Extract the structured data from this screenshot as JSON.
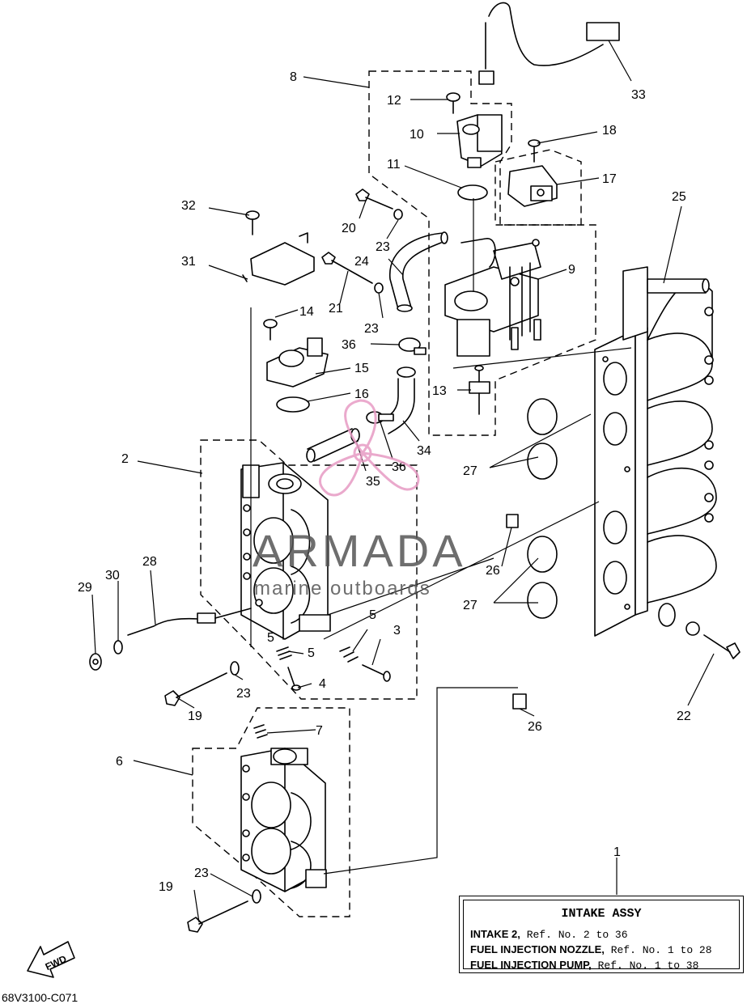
{
  "drawing_code": "68V3100-C071",
  "fwd_label": "FWD",
  "watermark": {
    "brand": "ARMADA",
    "tagline": "marine outboards",
    "color": "#e79bc4"
  },
  "legend": {
    "title": "INTAKE ASSY",
    "lines": [
      {
        "name": "INTAKE 2,",
        "ref": "Ref. No. 2 to 36"
      },
      {
        "name": "FUEL INJECTION NOZZLE,",
        "ref": "Ref. No. 1 to 28"
      },
      {
        "name": "FUEL INJECTION PUMP,",
        "ref": "Ref. No. 1 to 38"
      }
    ]
  },
  "callouts": [
    "1",
    "2",
    "3",
    "4",
    "5",
    "5",
    "5",
    "6",
    "7",
    "8",
    "9",
    "10",
    "11",
    "12",
    "13",
    "14",
    "15",
    "16",
    "17",
    "18",
    "19",
    "19",
    "20",
    "21",
    "22",
    "23",
    "23",
    "23",
    "23",
    "24",
    "25",
    "26",
    "26",
    "27",
    "27",
    "28",
    "29",
    "30",
    "31",
    "32",
    "33",
    "34",
    "35",
    "36",
    "36"
  ]
}
